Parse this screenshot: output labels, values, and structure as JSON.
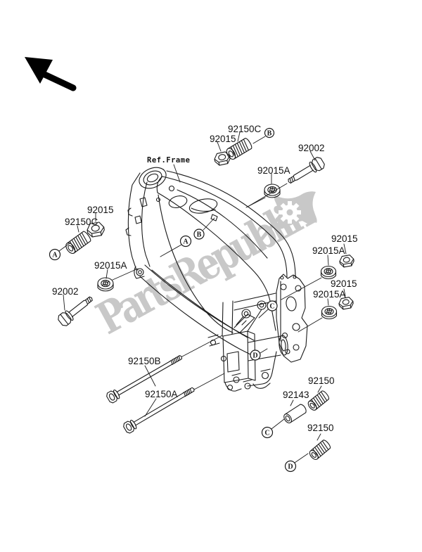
{
  "page": {
    "background": "#ffffff",
    "line_color": "#1a1a1a"
  },
  "watermark": {
    "text": "PartsRepublik",
    "color": "#c8c8c8",
    "logo": "flag-with-gear"
  },
  "frame": {
    "ref_label": "Ref.Frame"
  },
  "part_labels": [
    {
      "id": "92150C-top",
      "text": "92150C"
    },
    {
      "id": "92015-top",
      "text": "92015"
    },
    {
      "id": "92002-right",
      "text": "92002"
    },
    {
      "id": "92015A-top",
      "text": "92015A"
    },
    {
      "id": "92015-left",
      "text": "92015"
    },
    {
      "id": "92150C-left",
      "text": "92150C"
    },
    {
      "id": "92015A-left",
      "text": "92015A"
    },
    {
      "id": "92002-left",
      "text": "92002"
    },
    {
      "id": "92015-right-1",
      "text": "92015"
    },
    {
      "id": "92015A-right-1",
      "text": "92015A"
    },
    {
      "id": "92015-right-2",
      "text": "92015"
    },
    {
      "id": "92015A-right-2",
      "text": "92015A"
    },
    {
      "id": "92150B",
      "text": "92150B"
    },
    {
      "id": "92150A",
      "text": "92150A"
    },
    {
      "id": "92150-1",
      "text": "92150"
    },
    {
      "id": "92143",
      "text": "92143"
    },
    {
      "id": "92150-2",
      "text": "92150"
    }
  ],
  "callout_markers": [
    {
      "id": "marker-B-top",
      "letter": "B"
    },
    {
      "id": "marker-A-left",
      "letter": "A"
    },
    {
      "id": "marker-A-frame",
      "letter": "A"
    },
    {
      "id": "marker-B-frame",
      "letter": "B"
    },
    {
      "id": "marker-C-mid",
      "letter": "C"
    },
    {
      "id": "marker-D-mid",
      "letter": "D"
    },
    {
      "id": "marker-C-bottom",
      "letter": "C"
    },
    {
      "id": "marker-D-bottom",
      "letter": "D"
    }
  ]
}
